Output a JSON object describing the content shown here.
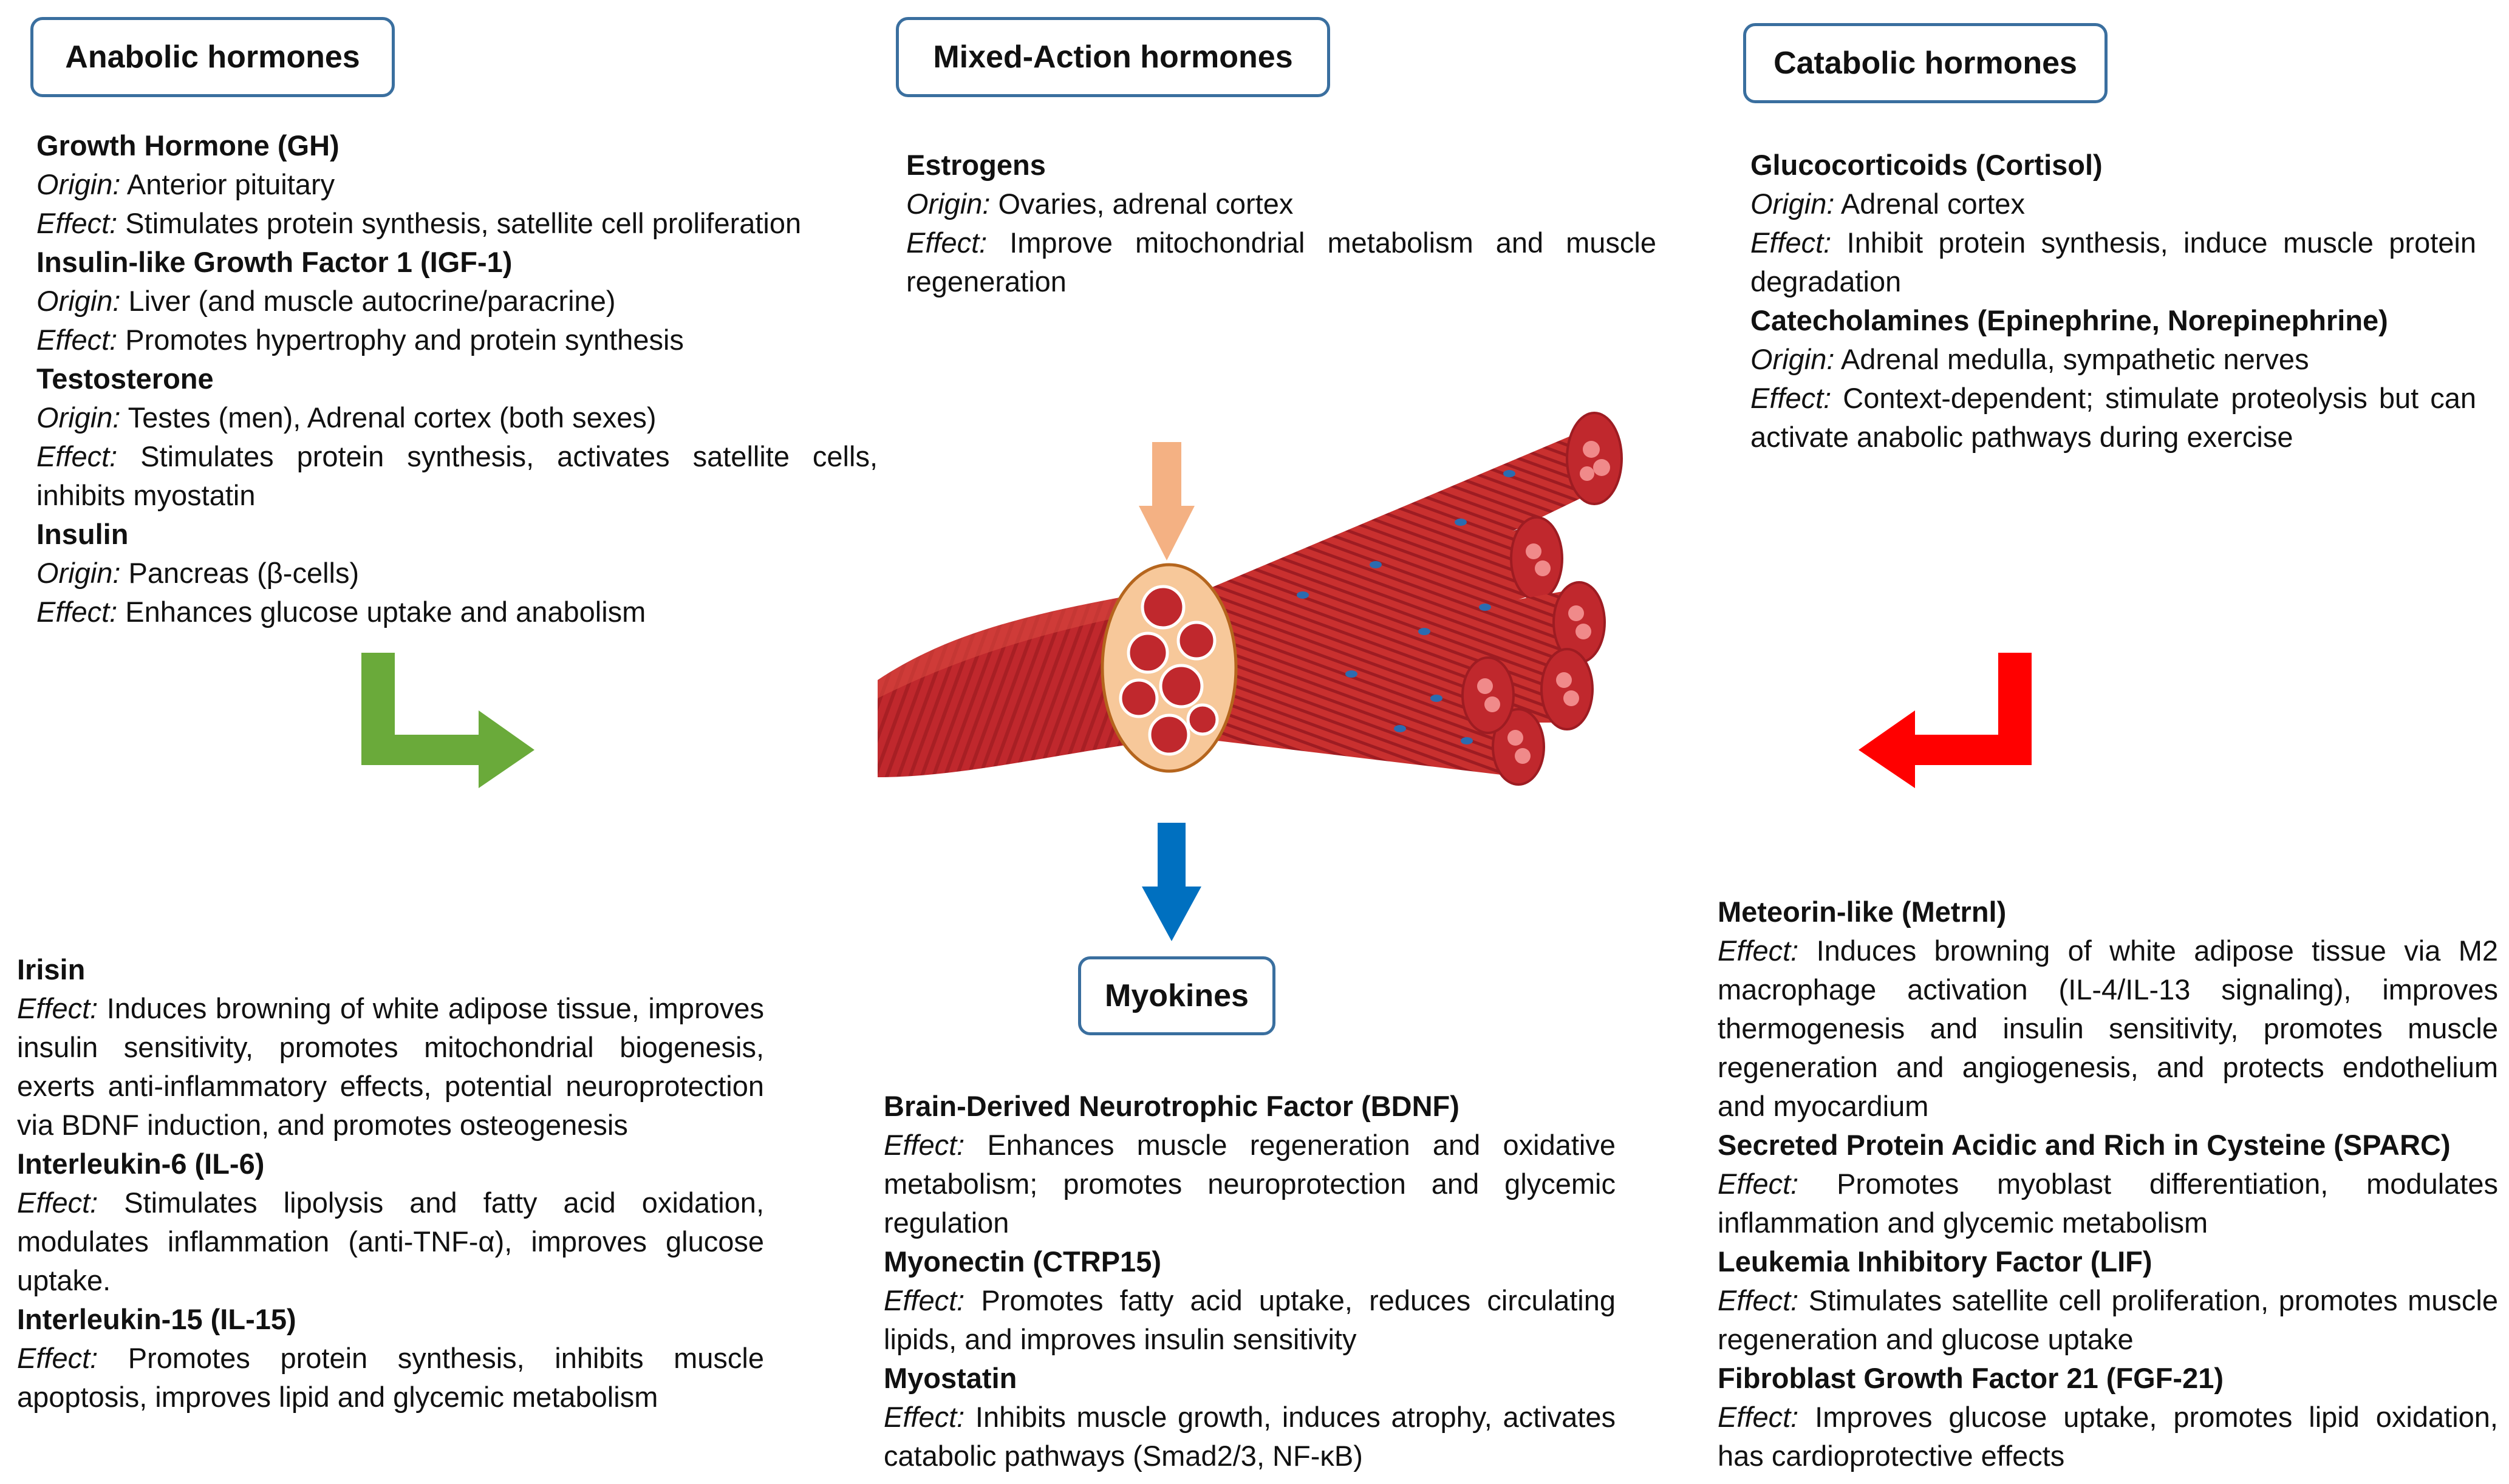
{
  "headers": {
    "anabolic": "Anabolic hormones",
    "mixed": "Mixed-Action hormones",
    "catabolic": "Catabolic hormones",
    "myokines": "Myokines"
  },
  "labels": {
    "origin": "Origin:",
    "effect": "Effect:"
  },
  "anabolic": [
    {
      "name": "Growth Hormone (GH)",
      "origin": "Anterior pituitary",
      "effect": "Stimulates protein synthesis, satellite cell proliferation"
    },
    {
      "name": "Insulin-like Growth Factor 1 (IGF-1)",
      "origin": "Liver (and muscle autocrine/paracrine)",
      "effect": "Promotes hypertrophy and protein synthesis"
    },
    {
      "name": "Testosterone",
      "origin": "Testes (men), Adrenal cortex (both sexes)",
      "effect": "Stimulates protein synthesis, activates satellite cells, inhibits myostatin"
    },
    {
      "name": "Insulin",
      "origin": "Pancreas (β-cells)",
      "effect": "Enhances glucose uptake and anabolism"
    }
  ],
  "mixed": [
    {
      "name": "Estrogens",
      "origin": "Ovaries, adrenal cortex",
      "effect": "Improve mitochondrial metabolism and muscle regeneration"
    }
  ],
  "catabolic": [
    {
      "name": "Glucocorticoids (Cortisol)",
      "origin": "Adrenal cortex",
      "effect": "Inhibit protein synthesis, induce muscle protein degradation"
    },
    {
      "name": "Catecholamines (Epinephrine, Norepinephrine)",
      "origin": "Adrenal medulla, sympathetic nerves",
      "effect": "Context-dependent; stimulate proteolysis but can activate anabolic pathways during exercise"
    }
  ],
  "myokines_left": [
    {
      "name": "Irisin",
      "effect": "Induces browning of white adipose tissue, improves insulin sensitivity, promotes mitochondrial biogenesis, exerts anti-inflammatory effects, potential neuroprotection via BDNF induction, and promotes osteogenesis"
    },
    {
      "name": "Interleukin-6 (IL-6)",
      "effect": "Stimulates lipolysis and fatty acid oxidation, modulates inflammation (anti-TNF-α), improves glucose uptake."
    },
    {
      "name": "Interleukin-15 (IL-15)",
      "effect": "Promotes protein synthesis, inhibits muscle apoptosis, improves lipid and glycemic metabolism"
    }
  ],
  "myokines_center": [
    {
      "name": "Brain-Derived Neurotrophic Factor (BDNF)",
      "effect": "Enhances muscle regeneration and oxidative metabolism; promotes neuroprotection and glycemic regulation"
    },
    {
      "name": "Myonectin (CTRP15)",
      "effect": "Promotes fatty acid uptake, reduces circulating lipids, and improves insulin sensitivity"
    },
    {
      "name": "Myostatin",
      "effect": "Inhibits muscle growth, induces atrophy, activates catabolic pathways (Smad2/3, NF-κB)"
    }
  ],
  "myokines_right": [
    {
      "name": "Meteorin-like (Metrnl)",
      "effect": "Induces browning of white adipose tissue via M2 macrophage activation (IL-4/IL-13 signaling), improves thermogenesis and insulin sensitivity, promotes muscle regeneration and angiogenesis, and protects endothelium and myocardium"
    },
    {
      "name": "Secreted Protein Acidic and Rich in Cysteine (SPARC)",
      "effect": "Promotes myoblast differentiation, modulates inflammation and glycemic metabolism"
    },
    {
      "name": "Leukemia Inhibitory Factor (LIF)",
      "effect": "Stimulates satellite cell proliferation, promotes muscle regeneration and glucose uptake"
    },
    {
      "name": "Fibroblast Growth Factor 21 (FGF-21)",
      "effect": "Improves glucose uptake, promotes lipid oxidation, has cardioprotective effects"
    }
  ],
  "colors": {
    "border": "#3a6f9f",
    "anabolic_arrow": "#6aaa3a",
    "mixed_arrow": "#f4b183",
    "catabolic_arrow": "#ff0000",
    "myokine_arrow": "#0070c0",
    "muscle": "#c0282d"
  },
  "icons": [
    "muscle-fiber-illustration",
    "elbow-arrow-right",
    "elbow-arrow-left",
    "down-arrow"
  ]
}
